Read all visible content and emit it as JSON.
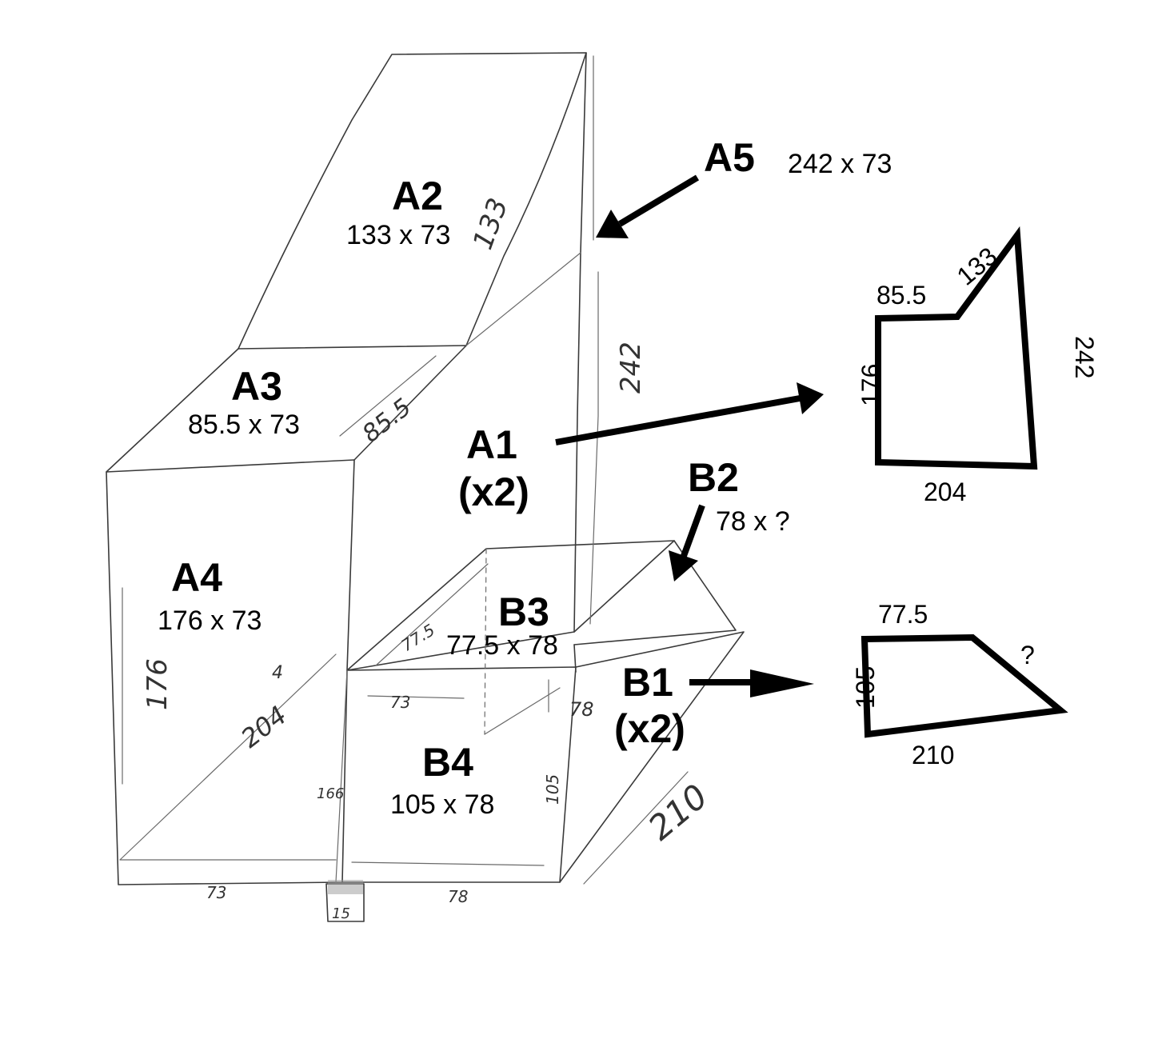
{
  "panels": {
    "a2": {
      "label": "A2",
      "dims": "133 x 73"
    },
    "a3": {
      "label": "A3",
      "dims": "85.5 x 73"
    },
    "a4": {
      "label": "A4",
      "dims": "176 x 73"
    },
    "a5": {
      "label": "A5",
      "dims": "242 x 73"
    },
    "a1": {
      "label": "A1",
      "count": "(x2)"
    },
    "b2": {
      "label": "B2",
      "dims": "78 x ?"
    },
    "b3": {
      "label": "B3",
      "dims": "77.5 x 78"
    },
    "b4": {
      "label": "B4",
      "dims": "105 x 78"
    },
    "b1": {
      "label": "B1",
      "count": "(x2)"
    }
  },
  "shape_a1": {
    "top": "85.5",
    "slope": "133",
    "right": "242",
    "left": "176",
    "bottom": "204"
  },
  "shape_b1": {
    "top": "77.5",
    "slope": "?",
    "left": "105",
    "bottom": "210"
  },
  "sketch_measurements": {
    "a2_edge": "133",
    "a5_edge": "242",
    "a3_edge": "85.5",
    "b3_edge": "77.5",
    "a4_height": "176",
    "diagonal": "204",
    "b4_width": "73",
    "b4_depth": "78",
    "b4_height": "105",
    "b_side_depth": "78",
    "base_length": "210",
    "base_left": "73",
    "base_right": "78",
    "foot": "15",
    "note_a": "4",
    "note_b": "166"
  }
}
